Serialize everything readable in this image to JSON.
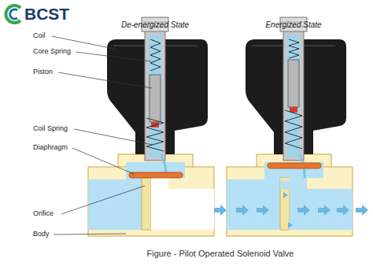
{
  "diagram": {
    "caption": "Figure - Pilot Operated Solenoid Valve",
    "labels": [
      "BCST",
      "De-energized State",
      "Energized State",
      "Coil",
      "Core Spring",
      "Piston",
      "Coil Spring",
      "Diaphragm",
      "Orifice",
      "Body"
    ]
  }
}
